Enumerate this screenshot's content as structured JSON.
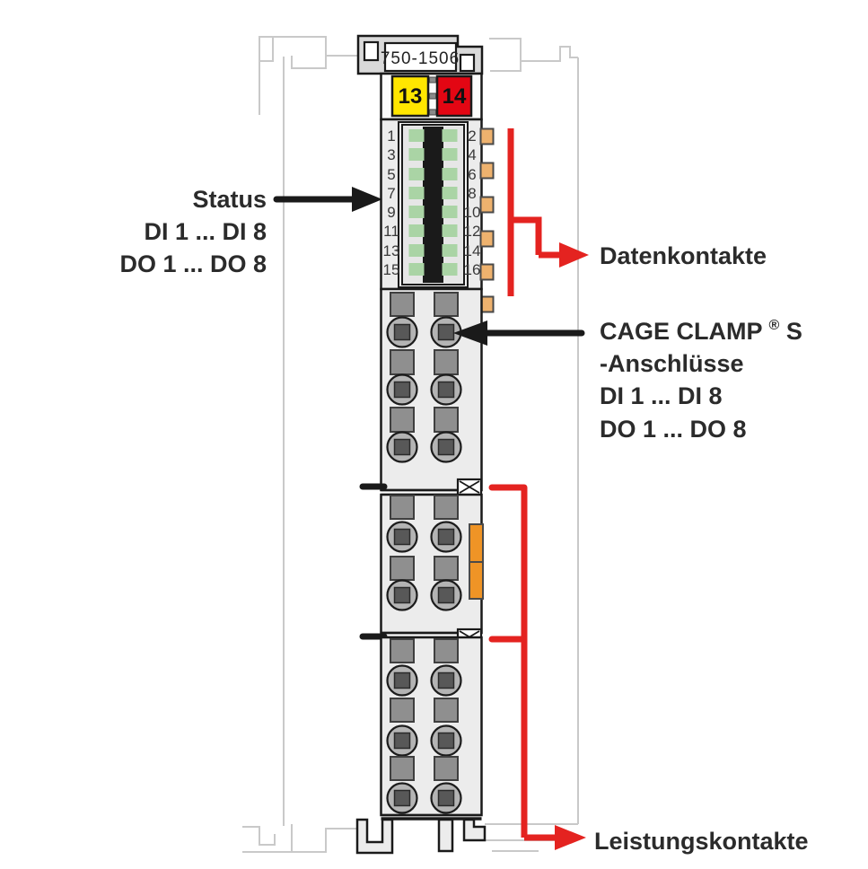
{
  "module": {
    "part_number": "750-1506",
    "marker_yellow": "13",
    "marker_red": "14"
  },
  "led": {
    "left_labels": [
      "1",
      "3",
      "5",
      "7",
      "9",
      "11",
      "13",
      "15"
    ],
    "right_labels": [
      "2",
      "4",
      "6",
      "8",
      "10",
      "12",
      "14",
      "16"
    ]
  },
  "annotations": {
    "status": {
      "line1": "Status",
      "line2": "DI 1 ... DI 8",
      "line3": "DO 1 ... DO 8"
    },
    "data_contacts": {
      "label": "Datenkontakte"
    },
    "cage_clamp": {
      "line1_main": "CAGE CLAMP",
      "line1_sup": "®",
      "line1_tail": "S",
      "line2": "-Anschlüsse",
      "line3": "DI 1 ... DI 8",
      "line4": "DO 1 ... DO 8"
    },
    "power_contacts": {
      "label": "Leistungskontakte"
    }
  },
  "colors": {
    "annotation_red": "#e42320",
    "marker_red": "#e30613",
    "marker_yellow": "#ffe600",
    "led_green": "#aad4a5",
    "data_contact_orange": "#eeb26e",
    "power_contact_orange": "#ef9426",
    "ghost_gray": "#c9c9c9",
    "body_gray": "#ececec"
  }
}
